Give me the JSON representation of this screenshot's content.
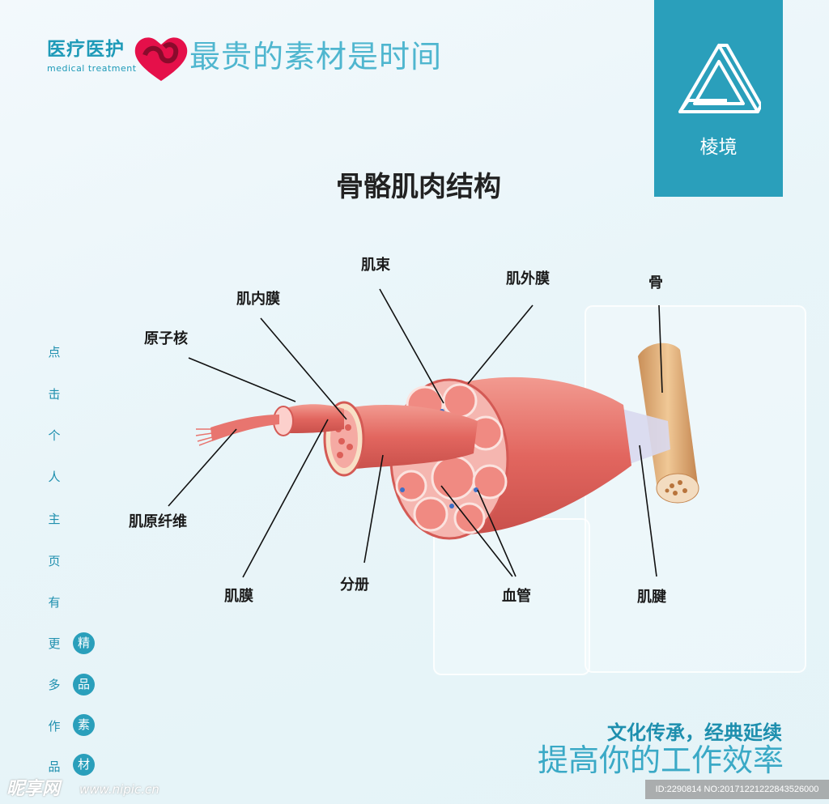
{
  "header": {
    "logo_cn": "医疗医护",
    "logo_en": "medical treatment",
    "slogan": "最贵的素材是时间"
  },
  "brand": {
    "name": "棱境",
    "color": "#2a9fbb",
    "icon": "penrose-triangle-icon"
  },
  "title": "骨骼肌肉结构",
  "labels": {
    "nucleus": "原子核",
    "endomysium": "肌内膜",
    "fascicle": "肌束",
    "epimysium": "肌外膜",
    "bone": "骨",
    "myofibril": "肌原纤维",
    "sarcolemma": "肌膜",
    "perimysium": "分册",
    "blood_vessel": "血管",
    "tendon": "肌腱"
  },
  "side_text": [
    "点",
    "击",
    "个",
    "人",
    "主",
    "页",
    "有",
    "更",
    "多",
    "作",
    "品"
  ],
  "side_badges": [
    "精",
    "品",
    "素",
    "材"
  ],
  "footer": {
    "tagline1": "文化传承，经典延续",
    "tagline2": "提高你的工作效率"
  },
  "watermark": {
    "site_name": "昵享网",
    "url": "www.nipic.cn",
    "id_text": "ID:2290814 NO:20171221222843526000"
  },
  "colors": {
    "accent": "#2a9fbb",
    "muscle": "#e8756f",
    "bone": "#e0b584"
  }
}
